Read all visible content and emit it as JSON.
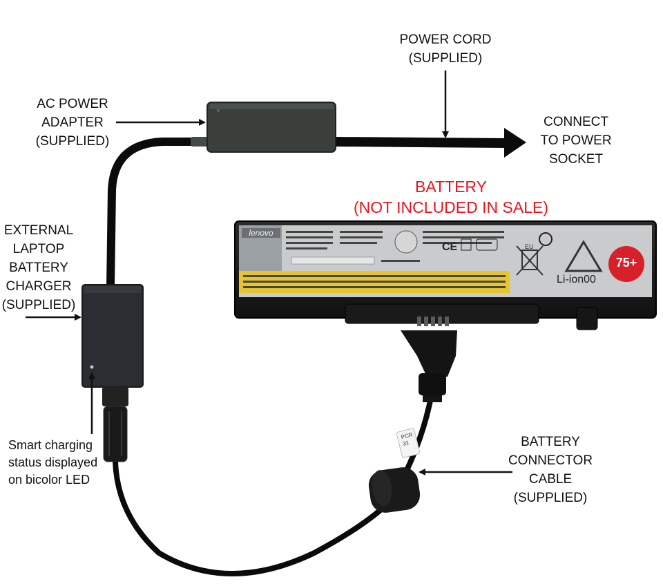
{
  "labels": {
    "power_cord": "POWER CORD\n(SUPPLIED)",
    "ac_adapter": "AC POWER\nADAPTER\n(SUPPLIED)",
    "connect_socket": "CONNECT\nTO POWER\nSOCKET",
    "battery": "BATTERY\n(NOT INCLUDED IN SALE)",
    "charger": "EXTERNAL\nLAPTOP\nBATTERY\nCHARGER\n(SUPPLIED)",
    "led": "Smart charging\nstatus displayed\non bicolor LED",
    "connector_cable": "BATTERY\nCONNECTOR\nCABLE\n(SUPPLIED)"
  },
  "battery_label": {
    "brand": "lenovo",
    "chemistry": "Li-ion00",
    "badge": "75+",
    "mark_eu": "EU"
  },
  "cable_tag": "PCR\n31",
  "colors": {
    "label_text": "#111111",
    "accent_red": "#e8141e",
    "cable": "#0b0b0b",
    "adapter": "#3a3f3c",
    "charger": "#2a2d31",
    "battery_body": "#1f1f1f",
    "battery_sticker_yellow": "#e8c62a",
    "badge_red": "#d8202a"
  }
}
